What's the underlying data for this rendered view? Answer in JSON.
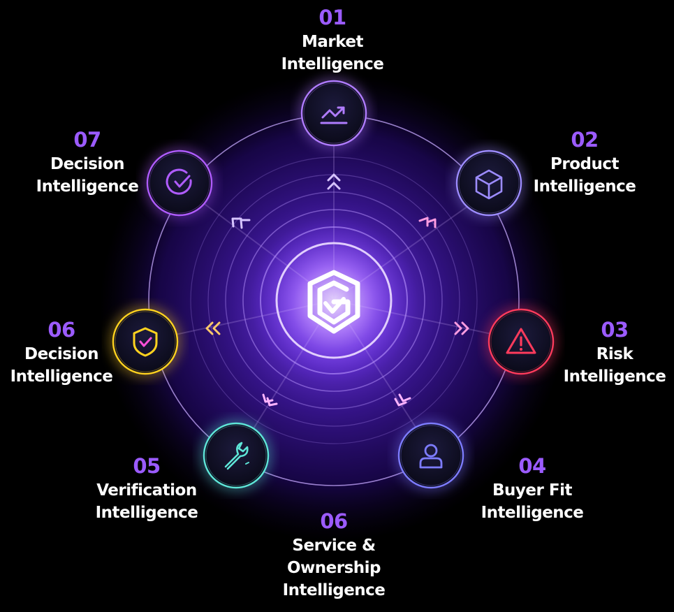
{
  "diagram": {
    "center_logo": "g-shield-check-logo",
    "accent_color": "#9b5bff",
    "ring_color": "#7a4dff",
    "nodes": [
      {
        "id": "market",
        "number": "01",
        "title": "Market\nIntelligence",
        "icon": "trend-up-icon",
        "color": "#b07cff"
      },
      {
        "id": "product",
        "number": "02",
        "title": "Product\nIntelligence",
        "icon": "cube-icon",
        "color": "#9d8cff"
      },
      {
        "id": "risk",
        "number": "03",
        "title": "Risk\nIntelligence",
        "icon": "warning-triangle-icon",
        "color": "#ff3b5c"
      },
      {
        "id": "buyer-fit",
        "number": "04",
        "title": "Buyer Fit\nIntelligence",
        "icon": "user-icon",
        "color": "#7d7cff"
      },
      {
        "id": "service",
        "number": "06",
        "title": "Service &\nOwnership\nIntelligence",
        "icon": "",
        "color": "#9b5bff"
      },
      {
        "id": "verification",
        "number": "05",
        "title": "Verification\nIntelligence",
        "icon": "wrench-icon",
        "color": "#5ee6d8"
      },
      {
        "id": "decision-shield",
        "number": "06",
        "title": "Decision\nIntelligence",
        "icon": "shield-check-icon",
        "color": "#ffd21f"
      },
      {
        "id": "decision-target",
        "number": "07",
        "title": "Decision\nIntelligence",
        "icon": "target-check-icon",
        "color": "#b05cff"
      }
    ]
  }
}
